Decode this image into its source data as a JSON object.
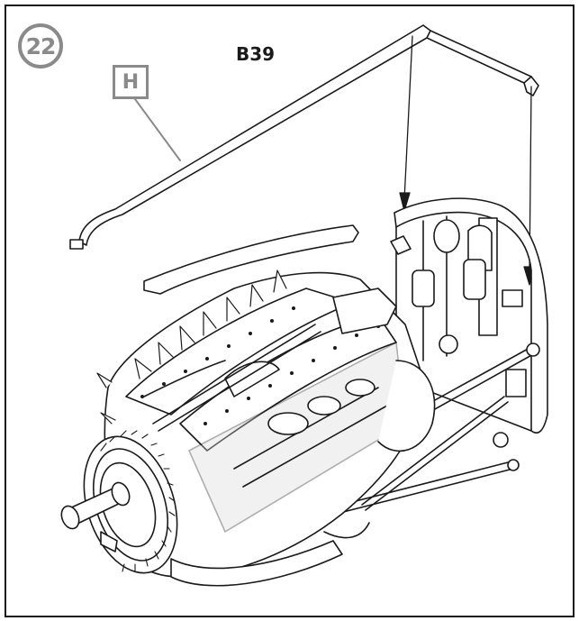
{
  "step": {
    "number": "22"
  },
  "sprue": {
    "letter": "H"
  },
  "part": {
    "code": "B39"
  },
  "colors": {
    "line": "#1a1a1a",
    "callout": "#8a8a8a",
    "shade": "#d9d9d9",
    "background": "#ffffff"
  }
}
